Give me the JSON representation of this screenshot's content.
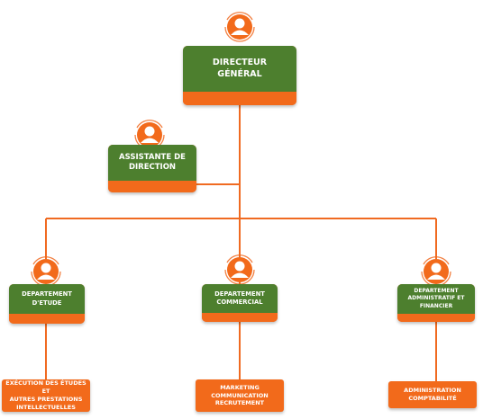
{
  "colors": {
    "green": "#4d7f2e",
    "orange": "#f26a1b",
    "line": "#f06a21"
  },
  "nodes": {
    "directeur": {
      "label": "DIRECTEUR GÉNÉRAL",
      "icon": "person-icon"
    },
    "assistante": {
      "label": "ASSISTANTE DE DIRECTION",
      "icon": "person-icon"
    },
    "dept_etude": {
      "label": "DEPARTEMENT D'ETUDE",
      "icon": "person-icon"
    },
    "dept_commercial": {
      "label": "DEPARTEMENT COMMERCIAL",
      "icon": "person-icon"
    },
    "dept_admin": {
      "label": "DEPARTEMENT ADMINISTRATIF ET FINANCIER",
      "icon": "person-icon"
    }
  },
  "tasks": {
    "etude": "EXÉCUTION DES ÉTUDES ET\nAUTRES PRESTATIONS\nINTELLECTUELLES",
    "commercial": "MARKETING\nCOMMUNICATION\nRECRUTEMENT",
    "admin": "ADMINISTRATION\nCOMPTABILITÉ"
  }
}
